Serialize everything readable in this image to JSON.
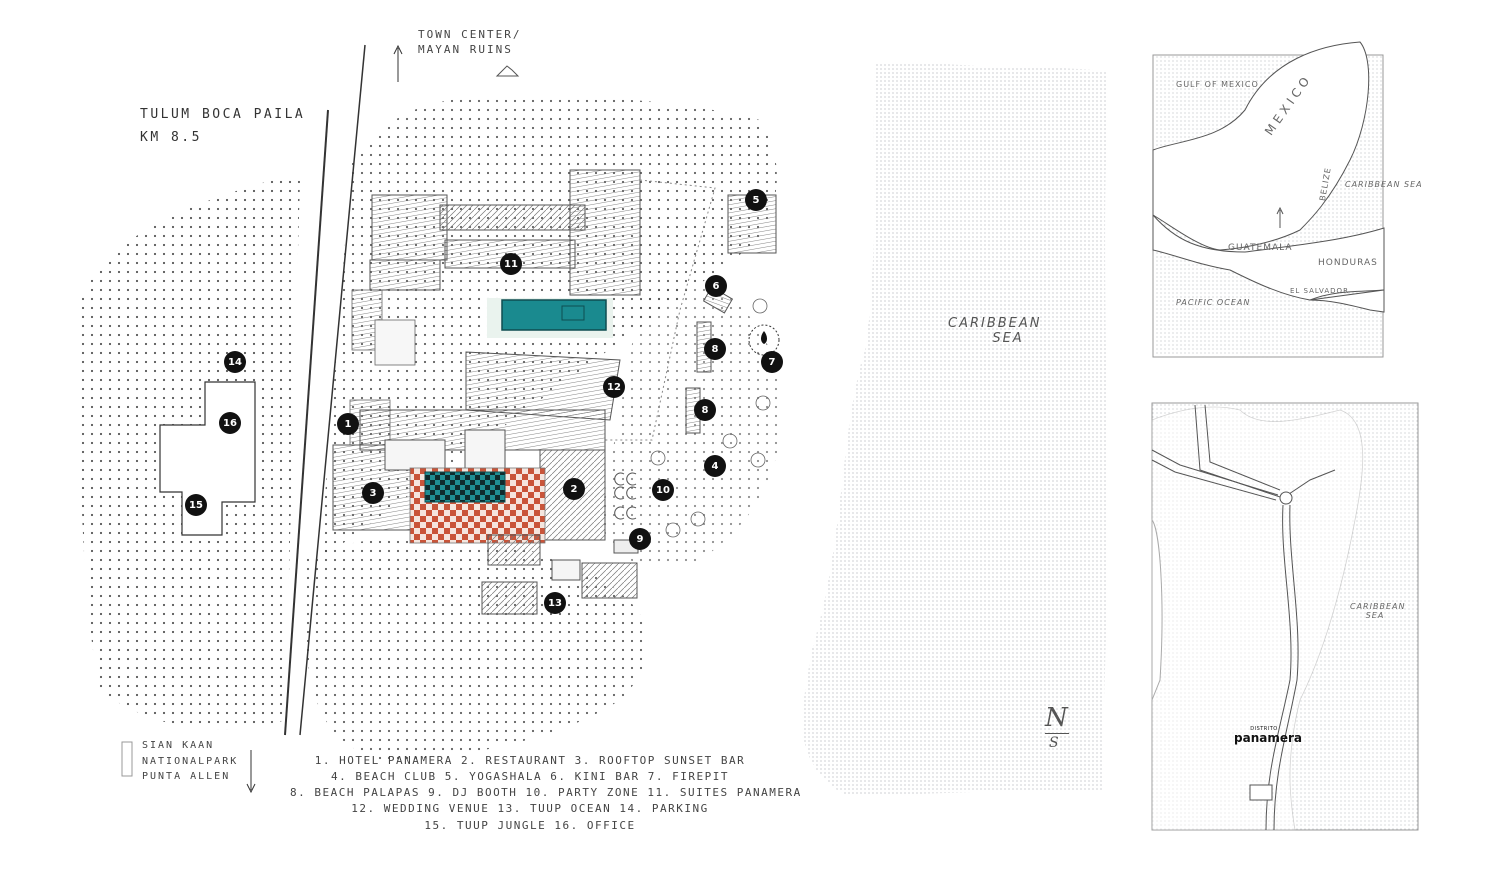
{
  "location": {
    "line1": "TULUM BOCA PAILA",
    "line2": "KM 8.5"
  },
  "north_direction": {
    "line1": "TOWN CENTER/",
    "line2": "MAYAN RUINS"
  },
  "south_direction": {
    "line1": "SIAN KAAN",
    "line2": "NATIONALPARK",
    "line3": "PUNTA ALLEN"
  },
  "sea_label": {
    "line1": "CARIBBEAN",
    "line2": "SEA"
  },
  "compass": {
    "top": "N",
    "bottom": "S"
  },
  "markers": [
    "1",
    "2",
    "3",
    "4",
    "5",
    "6",
    "7",
    "8",
    "8",
    "9",
    "10",
    "11",
    "12",
    "13",
    "14",
    "15",
    "16"
  ],
  "legend": [
    "1. HOTEL PANAMERA      2. RESTAURANT    3. ROOFTOP SUNSET BAR",
    "4. BEACH CLUB    5. YOGASHALA    6. KINI BAR    7. FIREPIT",
    "8. BEACH PALAPAS   9. DJ BOOTH   10. PARTY ZONE   11. SUITES PANAMERA",
    "12. WEDDING VENUE    13. TUUP OCEAN    14. PARKING",
    "15. TUUP JUNGLE    16. OFFICE"
  ],
  "inset_region": {
    "gulf": "GULF OF MEXICO",
    "mexico": "MEXICO",
    "caribbean": "CARIBBEAN SEA",
    "belize": "BELIZE",
    "guatemala": "GUATEMALA",
    "honduras": "HONDURAS",
    "el_salvador": "EL SALVADOR",
    "pacific": "PACIFIC OCEAN"
  },
  "inset_local": {
    "sea_line1": "CARIBBEAN",
    "sea_line2": "SEA",
    "brand_small": "DISTRITO",
    "brand_name": "panamera"
  },
  "colors": {
    "pool": "#1a8a8f",
    "checker": "#c9553a",
    "marker": "#111111",
    "stipple": "#555555"
  }
}
